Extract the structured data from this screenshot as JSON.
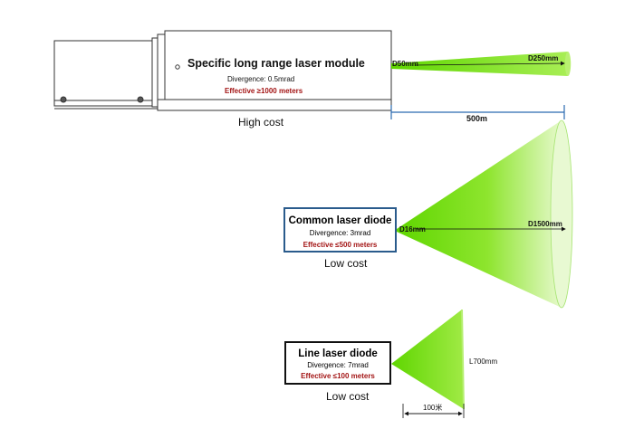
{
  "module": {
    "title": "Specific long range laser module",
    "divergence": "Divergence: 0.5mrad",
    "effective": "Effective ≥1000 meters",
    "cost": "High cost",
    "start_diameter": "D50mm",
    "end_diameter": "D250mm",
    "distance": "500m"
  },
  "common_diode": {
    "title": "Common laser diode",
    "divergence": "Divergence: 3mrad",
    "effective": "Effective ≤500 meters",
    "cost": "Low cost",
    "start_diameter": "D16mm",
    "end_diameter": "D1500mm"
  },
  "line_diode": {
    "title": "Line laser diode",
    "divergence": "Divergence: 7mrad",
    "effective": "Effective ≤100 meters",
    "cost": "Low cost",
    "length": "L700mm",
    "distance": "100米"
  },
  "colors": {
    "beam": "#66e000",
    "beam_light": "#e4f8c8",
    "dimension_line": "#2a6ab0",
    "effective_text": "#a31515",
    "box_border_common": "#2a5b8c"
  }
}
